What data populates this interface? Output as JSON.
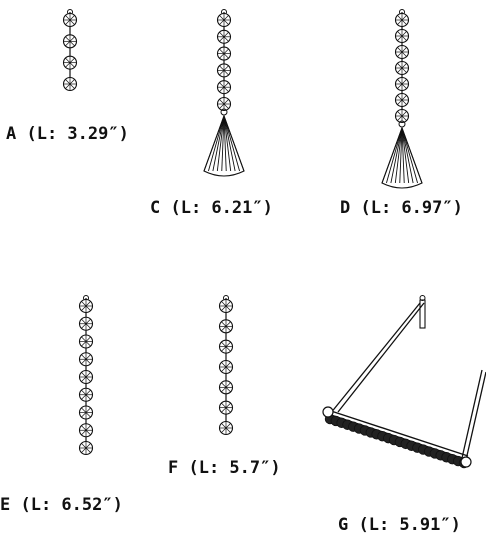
{
  "colors": {
    "line": "#111111",
    "background": "#ffffff"
  },
  "items": [
    {
      "id": "A",
      "label": "A (L: 3.29″)",
      "beads": 4,
      "pendant": "none"
    },
    {
      "id": "C",
      "label": "C (L: 6.21″)",
      "beads": 6,
      "pendant": "cone"
    },
    {
      "id": "D",
      "label": "D (L: 6.97″)",
      "beads": 7,
      "pendant": "cone"
    },
    {
      "id": "E",
      "label": "E (L: 6.52″)",
      "beads": 9,
      "pendant": "none"
    },
    {
      "id": "F",
      "label": "F (L: 5.7″)",
      "beads": 7,
      "pendant": "none"
    },
    {
      "id": "G",
      "label": "G (L: 5.91″)",
      "beads": 12,
      "pendant": "hanger-frame"
    }
  ]
}
